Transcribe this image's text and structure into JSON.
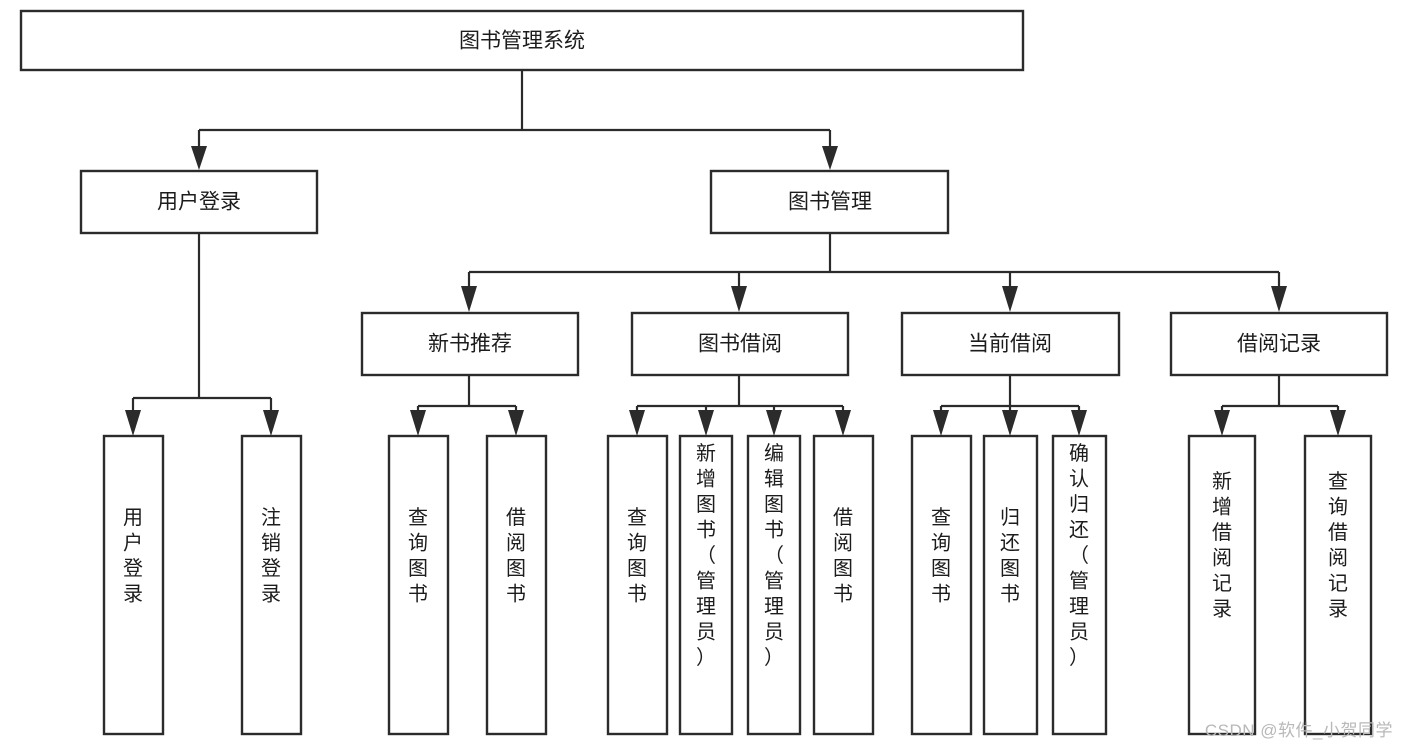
{
  "diagram": {
    "title": "图书管理系统",
    "type": "hierarchy-tree",
    "watermark": "CSDN @软件_小贺同学",
    "colors": {
      "stroke": "#2b2b2b",
      "fill": "#ffffff",
      "text": "#1c1c1c",
      "watermark": "#b8b8b8",
      "background": "#ffffff"
    },
    "root": {
      "id": "root",
      "label": "图书管理系统"
    },
    "level1": [
      {
        "id": "user-login",
        "label": "用户登录"
      },
      {
        "id": "book-manage",
        "label": "图书管理"
      }
    ],
    "level2": [
      {
        "id": "new-book-recommend",
        "label": "新书推荐",
        "parent": "book-manage"
      },
      {
        "id": "book-borrow",
        "label": "图书借阅",
        "parent": "book-manage"
      },
      {
        "id": "current-borrow",
        "label": "当前借阅",
        "parent": "book-manage"
      },
      {
        "id": "borrow-record",
        "label": "借阅记录",
        "parent": "book-manage"
      }
    ],
    "leaves": [
      {
        "id": "leaf-user-login",
        "label": "用户登录",
        "parent": "user-login"
      },
      {
        "id": "leaf-logout-login",
        "label": "注销登录",
        "parent": "user-login"
      },
      {
        "id": "leaf-query-book-1",
        "label": "查询图书",
        "parent": "new-book-recommend"
      },
      {
        "id": "leaf-borrow-book-1",
        "label": "借阅图书",
        "parent": "new-book-recommend"
      },
      {
        "id": "leaf-query-book-2",
        "label": "查询图书",
        "parent": "book-borrow"
      },
      {
        "id": "leaf-add-book",
        "label": "新增图书（管理员）",
        "parent": "book-borrow"
      },
      {
        "id": "leaf-edit-book",
        "label": "编辑图书（管理员）",
        "parent": "book-borrow"
      },
      {
        "id": "leaf-borrow-book-2",
        "label": "借阅图书",
        "parent": "book-borrow"
      },
      {
        "id": "leaf-query-book-3",
        "label": "查询图书",
        "parent": "current-borrow"
      },
      {
        "id": "leaf-return-book",
        "label": "归还图书",
        "parent": "current-borrow"
      },
      {
        "id": "leaf-confirm-return",
        "label": "确认归还（管理员）",
        "parent": "current-borrow"
      },
      {
        "id": "leaf-add-record",
        "label": "新增借阅记录",
        "parent": "borrow-record"
      },
      {
        "id": "leaf-query-record",
        "label": "查询借阅记录",
        "parent": "borrow-record"
      }
    ]
  }
}
